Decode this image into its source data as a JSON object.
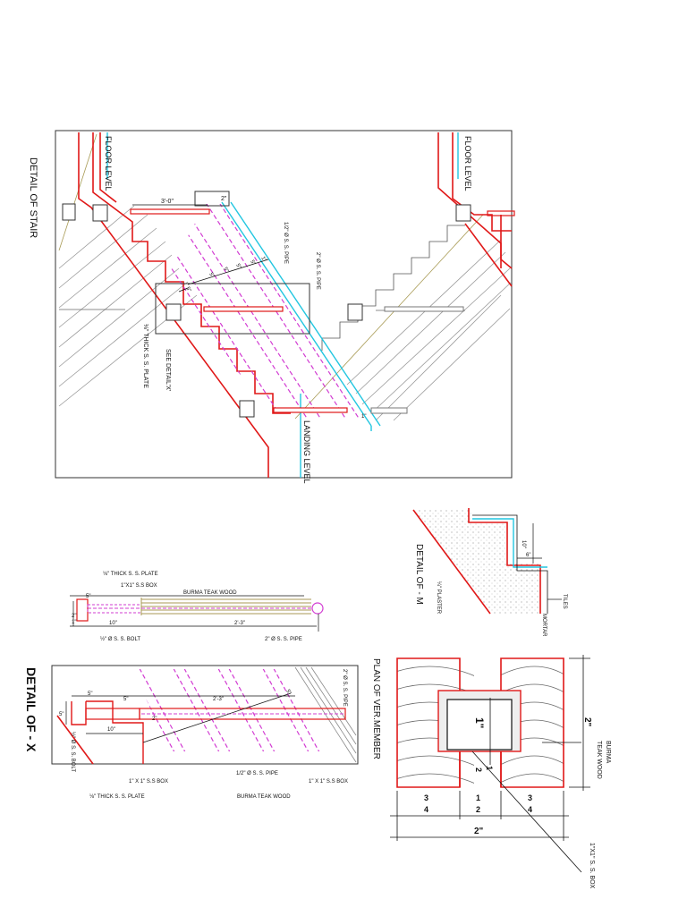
{
  "colors": {
    "outline": "#e01818",
    "hatch": "#d23cd2",
    "cyan": "#22c6e0",
    "ink": "#111111",
    "olive": "#a89a54",
    "wood": "#555555"
  },
  "stair_detail": {
    "title": "DETAIL OF STAIR",
    "floor_level_left": "FLOOR LEVEL",
    "floor_level_right": "FLOOR LEVEL",
    "landing_level": "LANDING LEVEL",
    "dim_3_0": "3'-0\"",
    "dim_2": "2\"",
    "pipe_half": "1/2\" Ø S. S. PIPE",
    "pipe_2": "2\" Ø S. S. PIPE",
    "plate_label": "⅛\" THICK S. S. PLATE",
    "see_detail": "SEE DETAIL'X'",
    "dim_5_a": "5\"",
    "dim_5_b": "5\"",
    "dim_5_c": "5\"",
    "dim_5_d": "5\"",
    "dim_5_e": "5\"",
    "dim_1_a": "1\"",
    "dim_1_b": "1\""
  },
  "detail_m": {
    "title": "DETAIL OF - M",
    "dim_10": "10\"",
    "dim_6": "6\"",
    "plaster": "¼\" PLASTER",
    "tiles": "TILES",
    "mortar": "MORTAR"
  },
  "handrail_elevation": {
    "plate": "⅛\" THICK S. S. PLATE",
    "box": "1\"X1\" S.S BOX",
    "wood": "BURMA TEAK WOOD",
    "dim_5": "5\"",
    "dim_10": "10\"",
    "dim_2_3": "2'-3\"",
    "bolt": "½\" Ø S. S. BOLT",
    "pipe": "2\" Ø S. S. PIPE",
    "dim_2": "2\"",
    "dim_1": "1\""
  },
  "detail_x": {
    "title": "DETAIL OF - X",
    "dim_5_a": "5\"",
    "dim_5_b": "5\"",
    "dim_5_c": "5\"",
    "dim_5_d": "5\"",
    "dim_2_3": "2'-3\"",
    "dim_10": "10\"",
    "dim_2": "2\"",
    "pipe_2": "2\" Ø S. S. PIPE",
    "bolt": "½\" Ø S. S. BOLT",
    "box_a": "1\" X 1\" S.S BOX",
    "pipe_half": "1/2\" Ø S. S. PIPE",
    "box_b": "1\" X 1\" S.S BOX",
    "plate": "⅛\" THICK S. S. PLATE",
    "wood": "BURMA TEAK WOOD"
  },
  "plan_member": {
    "title": "PLAN OF VER.MEMBER",
    "inner_1": "1\"",
    "frac_1": "1",
    "frac_2": "2",
    "frac_1b": "1",
    "frac_2b": "2",
    "frac_3a": "3",
    "frac_4a": "4",
    "frac_3b": "3",
    "frac_4b": "4",
    "overall_2": "2\"",
    "height_2": "2\"",
    "wood_1": "BURMA",
    "wood_2": "TEAK WOOD",
    "box": "1\"X1\" S. S. BOX"
  }
}
